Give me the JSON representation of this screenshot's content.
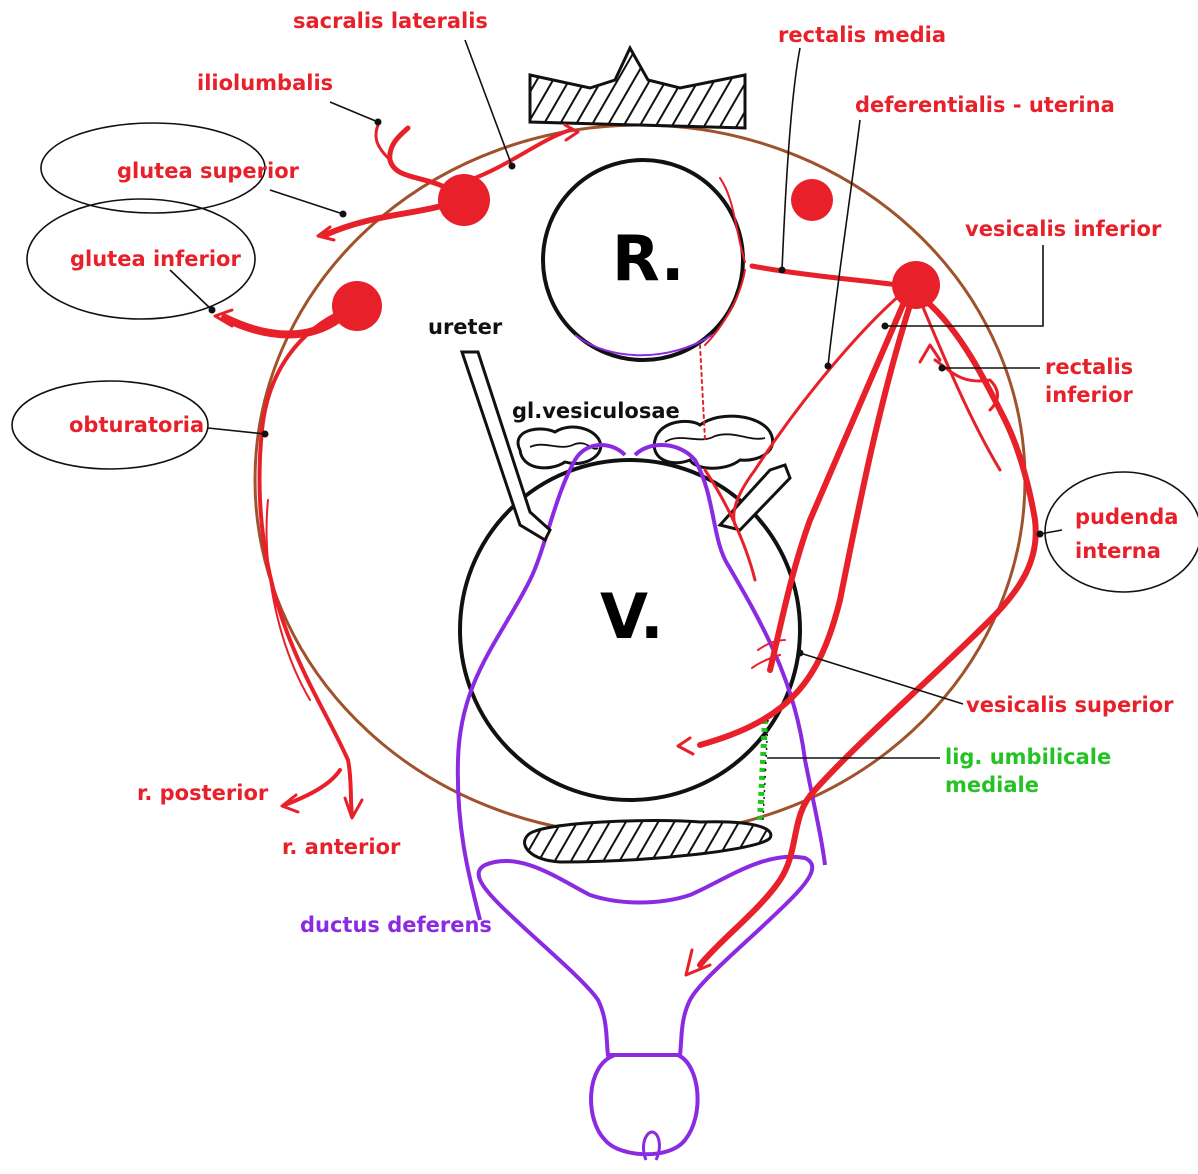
{
  "organs": {
    "rectum": "R.",
    "vesica": "V."
  },
  "labels": {
    "sacralis_lateralis": "sacralis lateralis",
    "iliolumbalis": "iliolumbalis",
    "glutea_superior": "glutea superior",
    "glutea_inferior": "glutea inferior",
    "obturatoria": "obturatoria",
    "r_posterior": "r. posterior",
    "r_anterior": "r. anterior",
    "ductus_deferens": "ductus deferens",
    "ureter": "ureter",
    "gl_vesiculosae": "gl.vesiculosae",
    "rectalis_media": "rectalis media",
    "deferentialis_uterina": "deferentialis - uterina",
    "vesicalis_inferior": "vesicalis inferior",
    "rectalis_inferior_1": "rectalis",
    "rectalis_inferior_2": "inferior",
    "pudenda_interna_1": "pudenda",
    "pudenda_interna_2": "interna",
    "vesicalis_superior": "vesicalis superior",
    "lig_umbilicale_1": "lig. umbilicale",
    "lig_umbilicale_2": "mediale"
  },
  "colors": {
    "artery": "#e8202a",
    "ductus": "#8a2be2",
    "ligament": "#22c322",
    "pelvis": "#a0522d",
    "text": "#111111"
  }
}
